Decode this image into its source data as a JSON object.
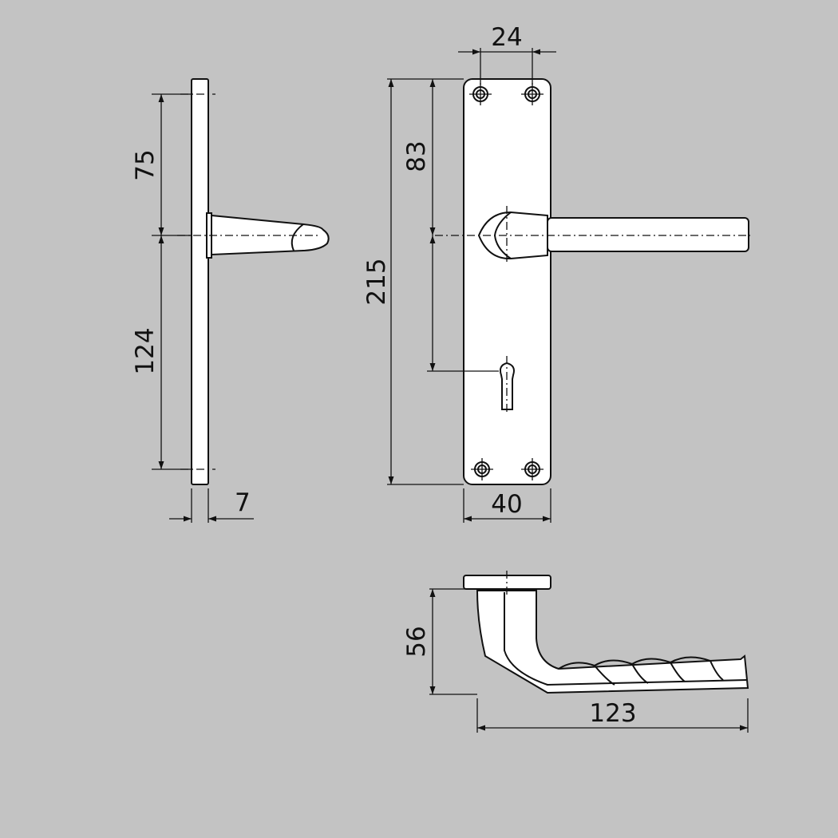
{
  "dimensions": {
    "side_top_to_handle": "75",
    "side_handle_to_bottom": "124",
    "plate_thickness": "7",
    "screw_spacing": "24",
    "handle_axis_from_top": "83",
    "plate_height": "215",
    "plate_width": "40",
    "handle_height": "56",
    "handle_length": "123"
  },
  "colors": {
    "background": "#c3c3c3",
    "part_fill": "#ffffff",
    "line": "#111111"
  }
}
